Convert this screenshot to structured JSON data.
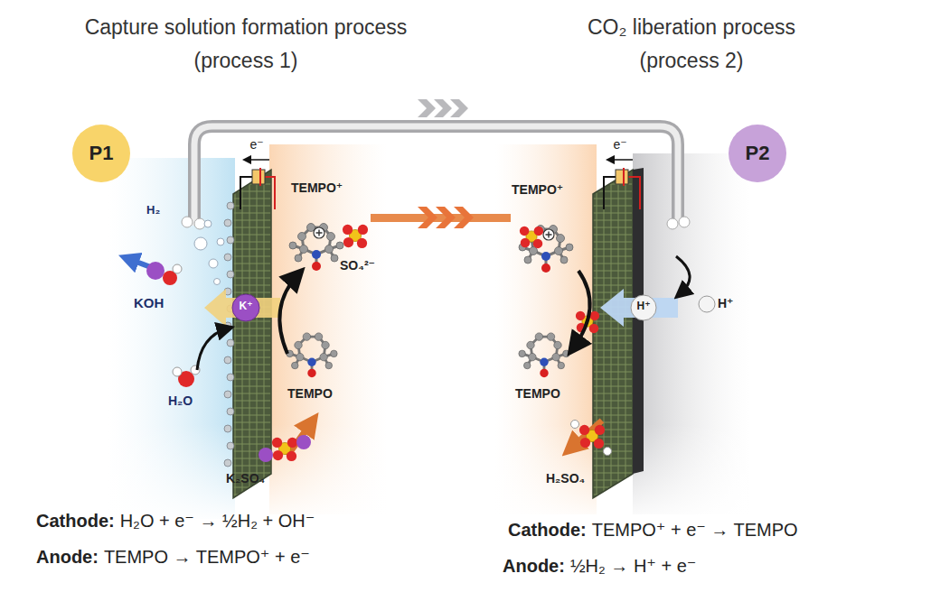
{
  "diagram": {
    "nodes": [
      {
        "text": [
          "P1"
        ]
      },
      {
        "text": [
          "P2"
        ]
      }
    ],
    "labels": [
      "Capture solution formation process (process 1)",
      "CO₂ liberation process (process 2)",
      "e⁻",
      "TEMPO⁺",
      "H₂",
      "KOH",
      "K⁺",
      "SO₄²⁻",
      "H₂O",
      "TEMPO",
      "K₂SO₄",
      "e⁻",
      "TEMPO⁺",
      "H⁺",
      "H⁺",
      "TEMPO",
      "H₂SO₄",
      "Cathode:",
      "H₂O + e⁻ → ½H₂ + OH⁻",
      "Anode:",
      "TEMPO → TEMPO⁺ + e⁻",
      "Cathode:",
      "TEMPO⁺ + e⁻ → TEMPO",
      "Anode:",
      "½H₂ → H⁺ + e⁻"
    ]
  }
}
